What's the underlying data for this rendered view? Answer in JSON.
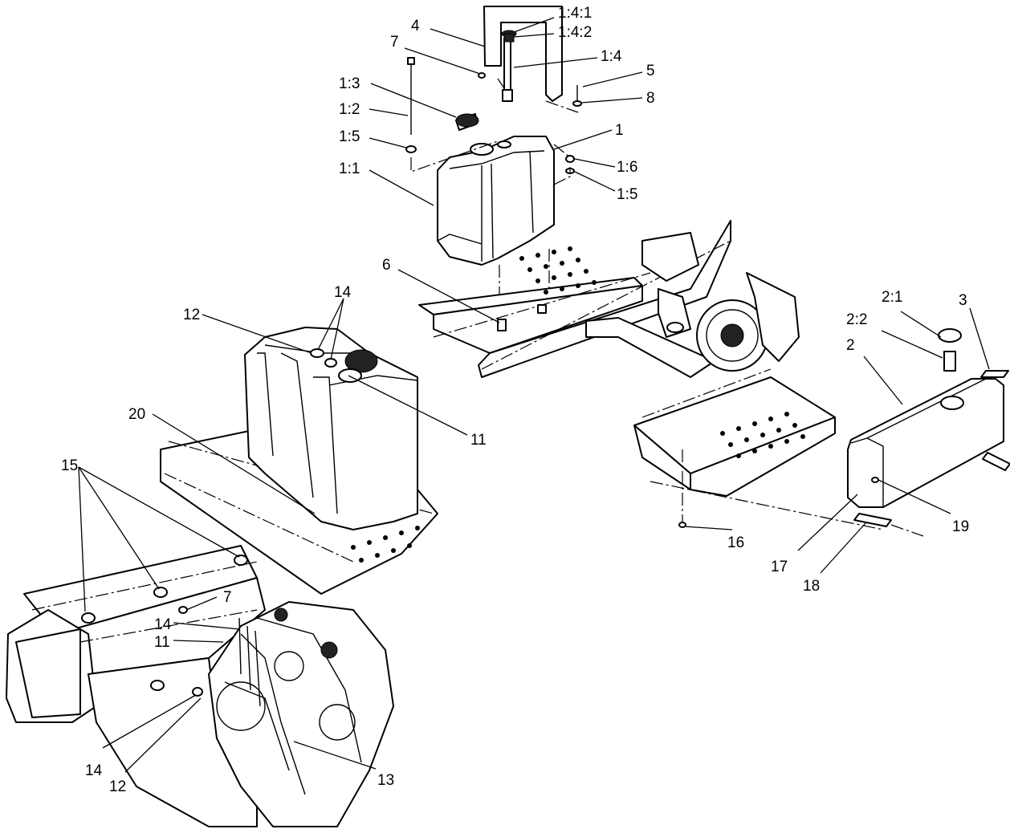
{
  "labels": {
    "l_1_4_1": "1:4:1",
    "l_1_4_2": "1:4:2",
    "l_4": "4",
    "l_7_top": "7",
    "l_1_4": "1:4",
    "l_5": "5",
    "l_8": "8",
    "l_1_3": "1:3",
    "l_1_2": "1:2",
    "l_1_5_left": "1:5",
    "l_1": "1",
    "l_1_6": "1:6",
    "l_1_5_right": "1:5",
    "l_1_1": "1:1",
    "l_6": "6",
    "l_14_top": "14",
    "l_12_top": "12",
    "l_11_top": "11",
    "l_20": "20",
    "l_15": "15",
    "l_7_mid": "7",
    "l_14_mid": "14",
    "l_11_mid": "11",
    "l_14_bottom": "14",
    "l_12_bottom": "12",
    "l_13": "13",
    "l_2_1": "2:1",
    "l_3": "3",
    "l_2_2": "2:2",
    "l_2": "2",
    "l_16": "16",
    "l_19": "19",
    "l_17": "17",
    "l_18": "18"
  }
}
